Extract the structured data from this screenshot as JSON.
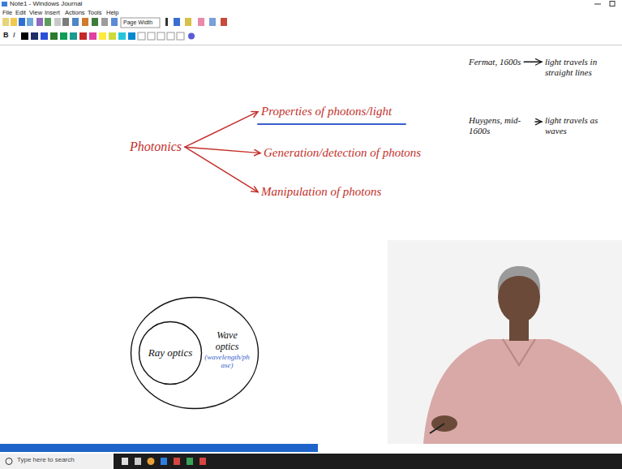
{
  "diagram": {
    "nodes": [
      {
        "text": [
          "Photonics"
        ]
      },
      {
        "text": [
          "Properties of photons/light"
        ]
      },
      {
        "text": [
          "Generation/detection of photons"
        ]
      },
      {
        "text": [
          "Manipulation of photons"
        ]
      },
      {
        "text": [
          "Fermat, 1600s"
        ]
      },
      {
        "text": [
          "light travels in straight lines"
        ]
      },
      {
        "text": [
          "Huygens, mid-1600s"
        ]
      },
      {
        "text": [
          "light travels as waves"
        ]
      },
      {
        "text": [
          "Wave optics",
          "(wavelength/phase)"
        ]
      },
      {
        "text": [
          "Ray optics"
        ],
        "in": 8
      }
    ],
    "edges": [
      {
        "from": 0,
        "to": 1,
        "arrow": "to"
      },
      {
        "from": 0,
        "to": 2,
        "arrow": "to"
      },
      {
        "from": 0,
        "to": 3,
        "arrow": "to"
      },
      {
        "from": 4,
        "to": 5,
        "arrow": "to"
      },
      {
        "from": 6,
        "to": 7,
        "arrow": "to"
      }
    ],
    "labels": [
      "Note1 - Windows Journal",
      "File",
      "Edit",
      "View",
      "Insert",
      "Actions",
      "Tools",
      "Help",
      "Page Width",
      "B",
      "I",
      "Type here to search"
    ]
  }
}
